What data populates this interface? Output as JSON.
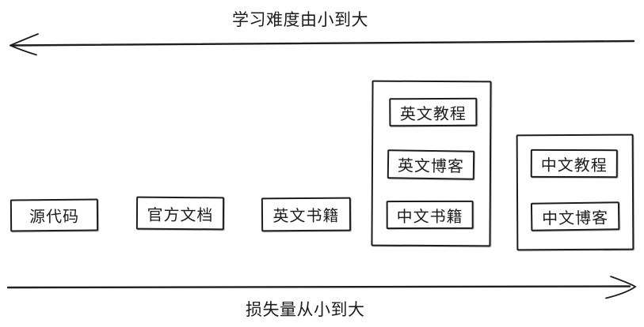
{
  "colors": {
    "background": "#ffffff",
    "ink": "#1c1c1c"
  },
  "axes": {
    "top": {
      "label": "学习难度由小到大",
      "arrow_direction": "left"
    },
    "bottom": {
      "label": "损失量从小到大",
      "arrow_direction": "right"
    }
  },
  "boxes": [
    {
      "type": "single",
      "label": "源代码"
    },
    {
      "type": "single",
      "label": "官方文档"
    },
    {
      "type": "single",
      "label": "英文书籍"
    },
    {
      "type": "group",
      "items": [
        "英文教程",
        "英文博客",
        "中文书籍"
      ]
    },
    {
      "type": "group",
      "items": [
        "中文教程",
        "中文博客"
      ]
    }
  ]
}
